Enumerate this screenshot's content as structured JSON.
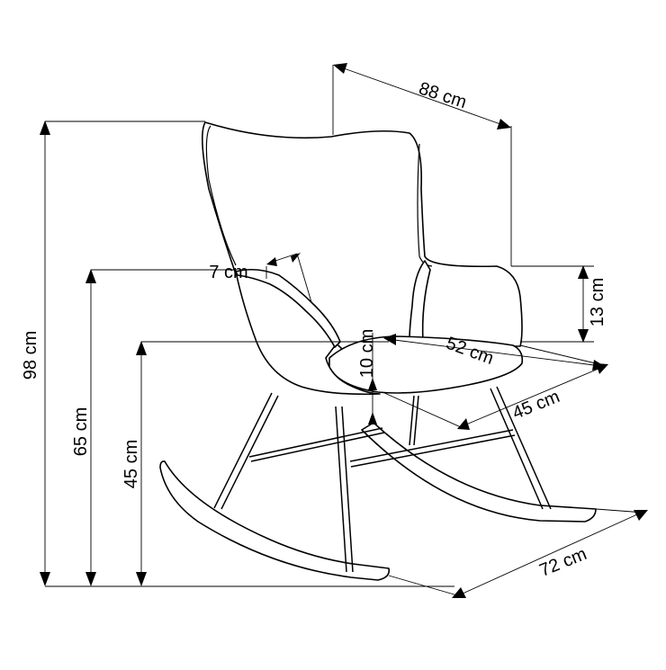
{
  "dimensions": {
    "total_height": "98 cm",
    "armrest_height": "65 cm",
    "seat_height": "45 cm",
    "width": "88 cm",
    "depth": "72 cm",
    "seat_width": "52 cm",
    "seat_depth": "45 cm",
    "armrest_above_seat": "13 cm",
    "seat_thickness": "10 cm",
    "armrest_width": "7 cm"
  },
  "colors": {
    "line": "#000000",
    "background": "#ffffff"
  }
}
